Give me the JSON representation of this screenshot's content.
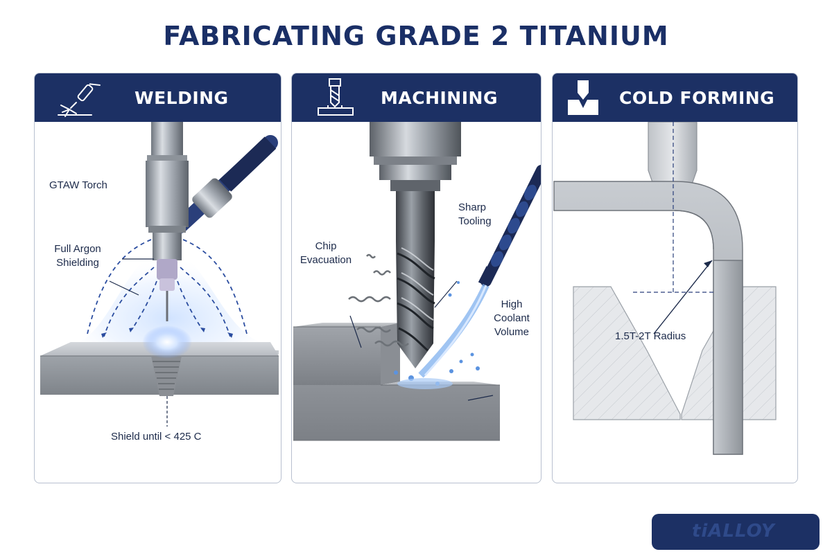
{
  "title": "FABRICATING GRADE 2 TITANIUM",
  "colors": {
    "navy": "#1c3064",
    "title_navy": "#1a2f66",
    "steel": "#9aa0a8",
    "coolant_blue": "#4a86d8"
  },
  "panels": [
    {
      "title": "WELDING",
      "icon": "welding-torch-icon",
      "labels": {
        "torch": "GTAW Torch",
        "shielding": "Full Argon\nShielding",
        "shield_temp": "Shield until < 425 C"
      }
    },
    {
      "title": "MACHINING",
      "icon": "end-mill-icon",
      "labels": {
        "tooling": "Sharp\nTooling",
        "chips": "Chip\nEvacuation",
        "coolant": "High\nCoolant\nVolume"
      }
    },
    {
      "title": "COLD FORMING",
      "icon": "press-brake-icon",
      "labels": {
        "radius": "1.5T-2T Radius"
      }
    }
  ],
  "brand": {
    "name": "tiALLOY"
  }
}
